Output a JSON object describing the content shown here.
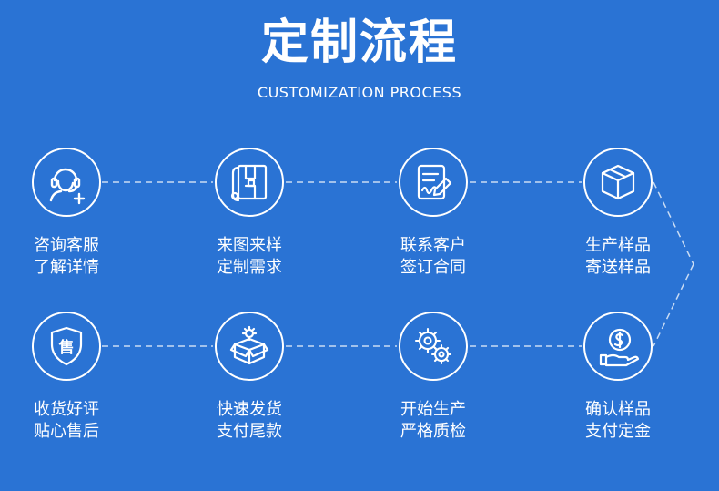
{
  "header": {
    "title": "定制流程",
    "subtitle": "CUSTOMIZATION PROCESS"
  },
  "steps": [
    {
      "icon": "customer-service-icon",
      "line1": "咨询客服",
      "line2": "了解详情"
    },
    {
      "icon": "blueprint-icon",
      "line1": "来图来样",
      "line2": "定制需求"
    },
    {
      "icon": "contract-sign-icon",
      "line1": "联系客户",
      "line2": "签订合同"
    },
    {
      "icon": "package-box-icon",
      "line1": "生产样品",
      "line2": "寄送样品"
    },
    {
      "icon": "after-sales-shield-icon",
      "line1": "收货好评",
      "line2": "贴心售后"
    },
    {
      "icon": "open-box-icon",
      "line1": "快速发货",
      "line2": "支付尾款"
    },
    {
      "icon": "gears-icon",
      "line1": "开始生产",
      "line2": "严格质检"
    },
    {
      "icon": "dollar-hand-icon",
      "line1": "确认样品",
      "line2": "支付定金"
    }
  ],
  "badge_text": "售",
  "colors": {
    "background": "#2a73d4",
    "foreground": "#ffffff"
  }
}
